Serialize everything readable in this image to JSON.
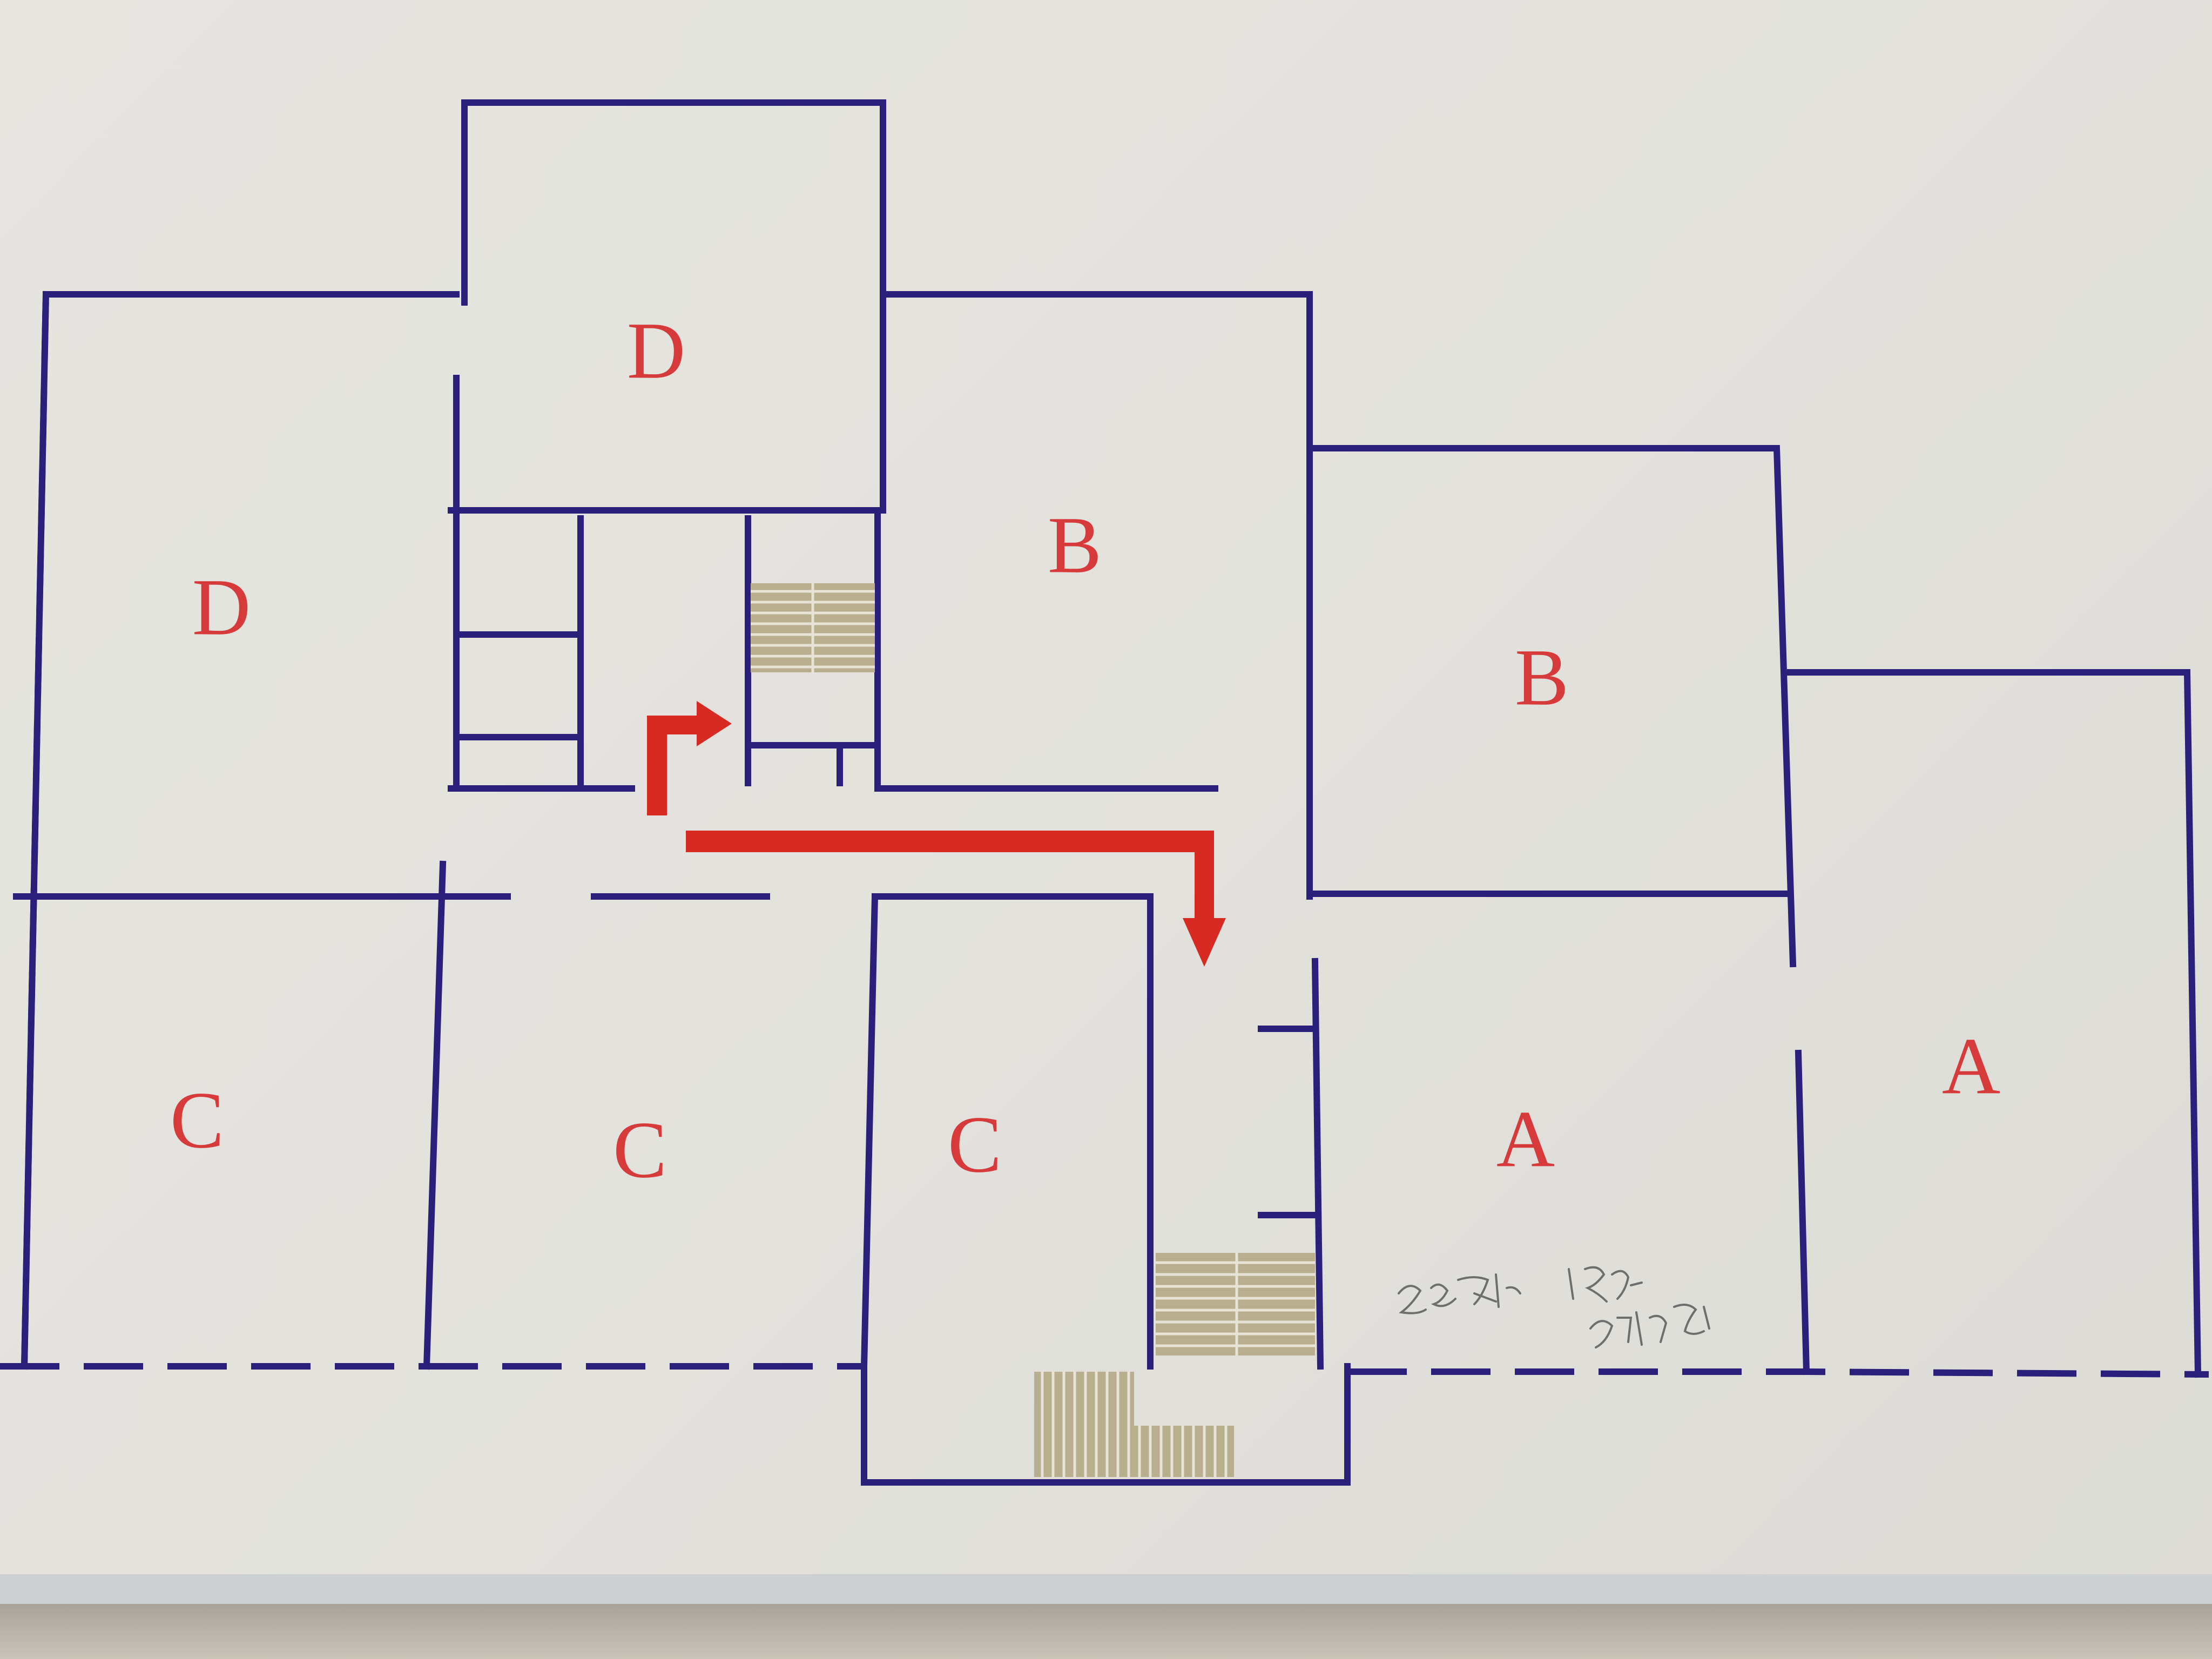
{
  "colors": {
    "wall": "#2a1f7a",
    "door_gap": "#d8d6ee",
    "label": "#d63a3a",
    "arrow": "#d62a22",
    "stairs": "#b9ae8e",
    "board": "#e6e5e0",
    "pencil": "#6e6e6e"
  },
  "rooms": [
    {
      "id": "d-top",
      "label": "D"
    },
    {
      "id": "d-left",
      "label": "D"
    },
    {
      "id": "b-mid",
      "label": "B"
    },
    {
      "id": "b-right",
      "label": "B"
    },
    {
      "id": "c-left",
      "label": "C"
    },
    {
      "id": "c-mid",
      "label": "C"
    },
    {
      "id": "c-right",
      "label": "C"
    },
    {
      "id": "a-mid",
      "label": "A"
    },
    {
      "id": "a-right",
      "label": "A"
    }
  ],
  "icons": {
    "exit_arrow_short": "arrow-up-right-icon",
    "exit_arrow_long": "arrow-right-down-icon",
    "stairs": "stairs-icon"
  },
  "handwritten_note": "手写铅笔字迹"
}
